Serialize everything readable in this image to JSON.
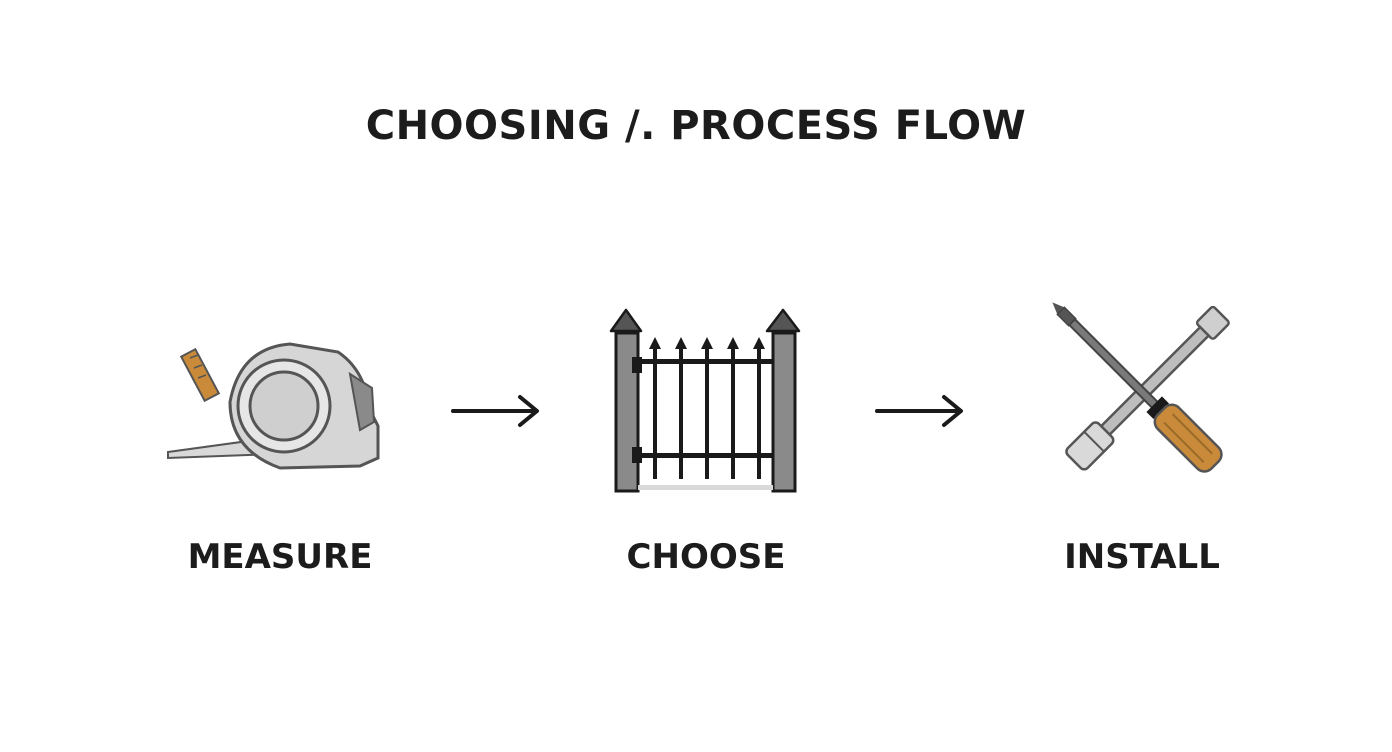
{
  "title": "CHOOSING /. PROCESS FLOW",
  "steps": [
    {
      "label": "MEASURE",
      "icon": "tape-measure-icon"
    },
    {
      "label": "CHOOSE",
      "icon": "fence-gate-icon"
    },
    {
      "label": "INSTALL",
      "icon": "tools-icon"
    }
  ],
  "connectors": [
    "arrow-right-icon",
    "arrow-right-icon"
  ],
  "colors": {
    "text": "#1c1c1c",
    "metal_light": "#d9d9d9",
    "metal_dark": "#7a7a7a",
    "wood": "#c98a3a",
    "outline": "#555555",
    "black": "#1a1a1a"
  }
}
